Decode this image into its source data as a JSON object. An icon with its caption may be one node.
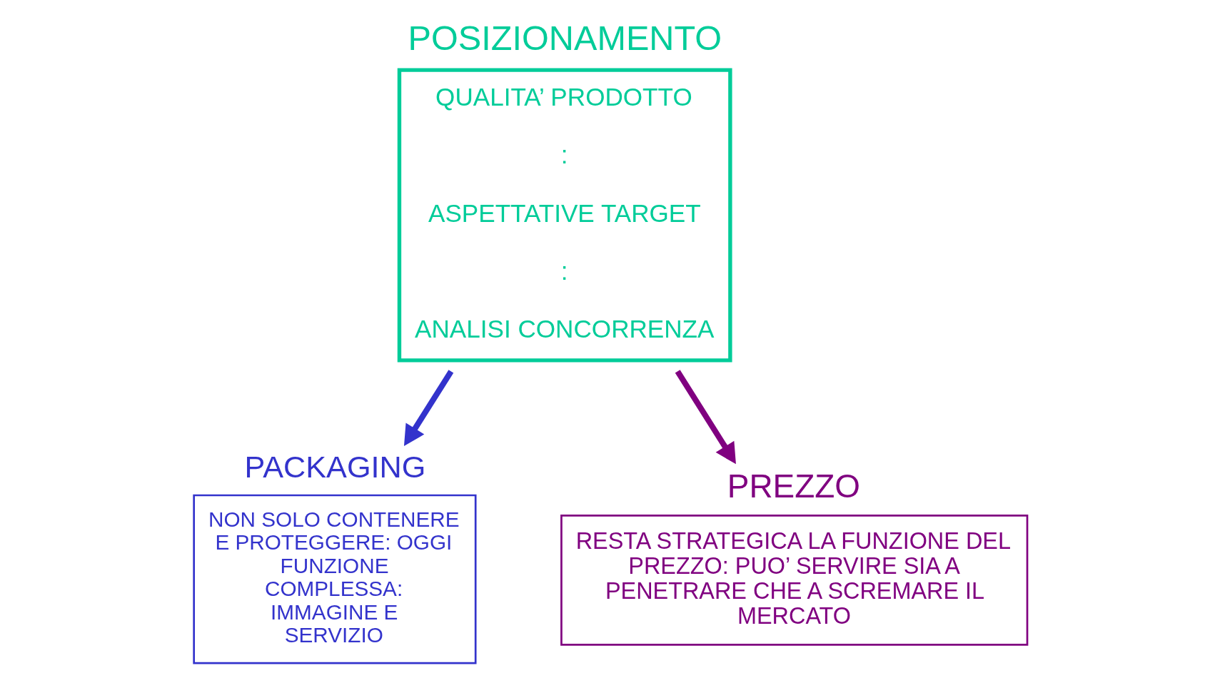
{
  "diagram": {
    "nodes": [
      {
        "text": [
          "POSIZIONAMENTO",
          "QUALITA’ PRODOTTO",
          ":",
          "ASPETTATIVE TARGET",
          ":",
          "ANALISI CONCORRENZA"
        ]
      },
      {
        "text": [
          "PACKAGING",
          "NON SOLO CONTENERE E PROTEGGERE: OGGI FUNZIONE COMPLESSA: IMMAGINE E SERVIZIO"
        ]
      },
      {
        "text": [
          "PREZZO",
          "RESTA STRATEGICA LA FUNZIONE DEL PREZZO: PUO’ SERVIRE SIA A PENETRARE CHE A SCREMARE IL MERCATO"
        ]
      }
    ],
    "edges": [
      {
        "from": 0,
        "to": 1,
        "arrow": "to",
        "color": "#3333cc"
      },
      {
        "from": 0,
        "to": 2,
        "arrow": "to",
        "color": "#800080"
      }
    ]
  }
}
